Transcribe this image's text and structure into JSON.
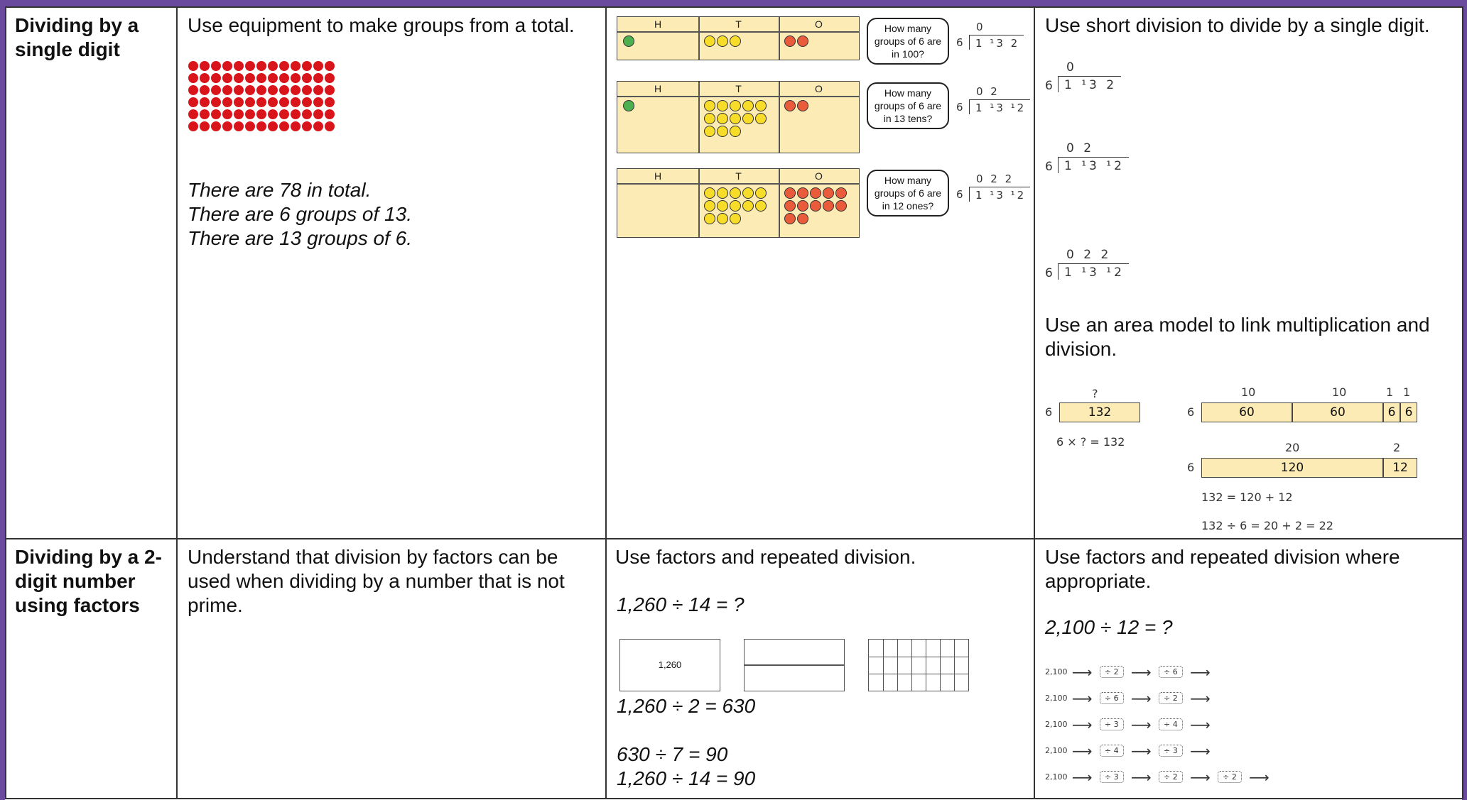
{
  "rows": [
    {
      "topic": "Dividing by a single digit",
      "concrete": {
        "text": "Use equipment to make groups from a total.",
        "counter_rows": 6,
        "counter_cols": 13,
        "counter_color": "#d9151b",
        "notes": [
          "There are 78 in total.",
          "There are 6 groups of 13.",
          "There are 13 groups of 6."
        ]
      },
      "pictorial": {
        "headers": [
          "H",
          "T",
          "O"
        ],
        "questions": [
          "How many groups of 6 are in 100?",
          "How many groups of 6 are in 13 tens?",
          "How many groups of 6 are in 12 ones?"
        ],
        "division": [
          {
            "quotient": "0",
            "divisor": "6",
            "dividend": "1 ¹3 2"
          },
          {
            "quotient": "0 2",
            "divisor": "6",
            "dividend": "1 ¹3 ¹2"
          },
          {
            "quotient": "0 2 2",
            "divisor": "6",
            "dividend": "1 ¹3 ¹2"
          }
        ]
      },
      "abstract": {
        "text": "Use short division to divide by a single digit.",
        "area_text": "Use an area model to link multiplication and division.",
        "bar1": {
          "top": "?",
          "side": "6",
          "value": "132",
          "eq": "6 × ? = 132"
        },
        "bar2": {
          "tops": [
            "10",
            "10",
            "1",
            "1"
          ],
          "side": "6",
          "values": [
            "60",
            "60",
            "6",
            "6"
          ]
        },
        "bar3": {
          "tops": [
            "20",
            "2"
          ],
          "side": "6",
          "values": [
            "120",
            "12"
          ]
        },
        "eqs": [
          "132 = 120 + 12",
          "132 ÷ 6 = 20 + 2 = 22"
        ]
      }
    },
    {
      "topic": "Dividing by a 2-digit number using factors",
      "concrete": {
        "text": "Understand that division by factors can be used when dividing by a number that is not prime."
      },
      "pictorial": {
        "text": "Use factors and repeated division.",
        "q": "1,260 ÷ 14 = ?",
        "box_label": "1,260",
        "steps": [
          "1,260 ÷ 2 = 630",
          "630 ÷ 7 = 90",
          "1,260 ÷ 14 = 90"
        ]
      },
      "abstract": {
        "text": "Use factors and repeated division where appropriate.",
        "q": "2,100 ÷ 12 = ?",
        "start": "2,100",
        "chains": [
          [
            "÷ 2",
            "÷ 6"
          ],
          [
            "÷ 6",
            "÷ 2"
          ],
          [
            "÷ 3",
            "÷ 4"
          ],
          [
            "÷ 4",
            "÷ 3"
          ],
          [
            "÷ 3",
            "÷ 2",
            "÷ 2"
          ]
        ]
      }
    }
  ]
}
